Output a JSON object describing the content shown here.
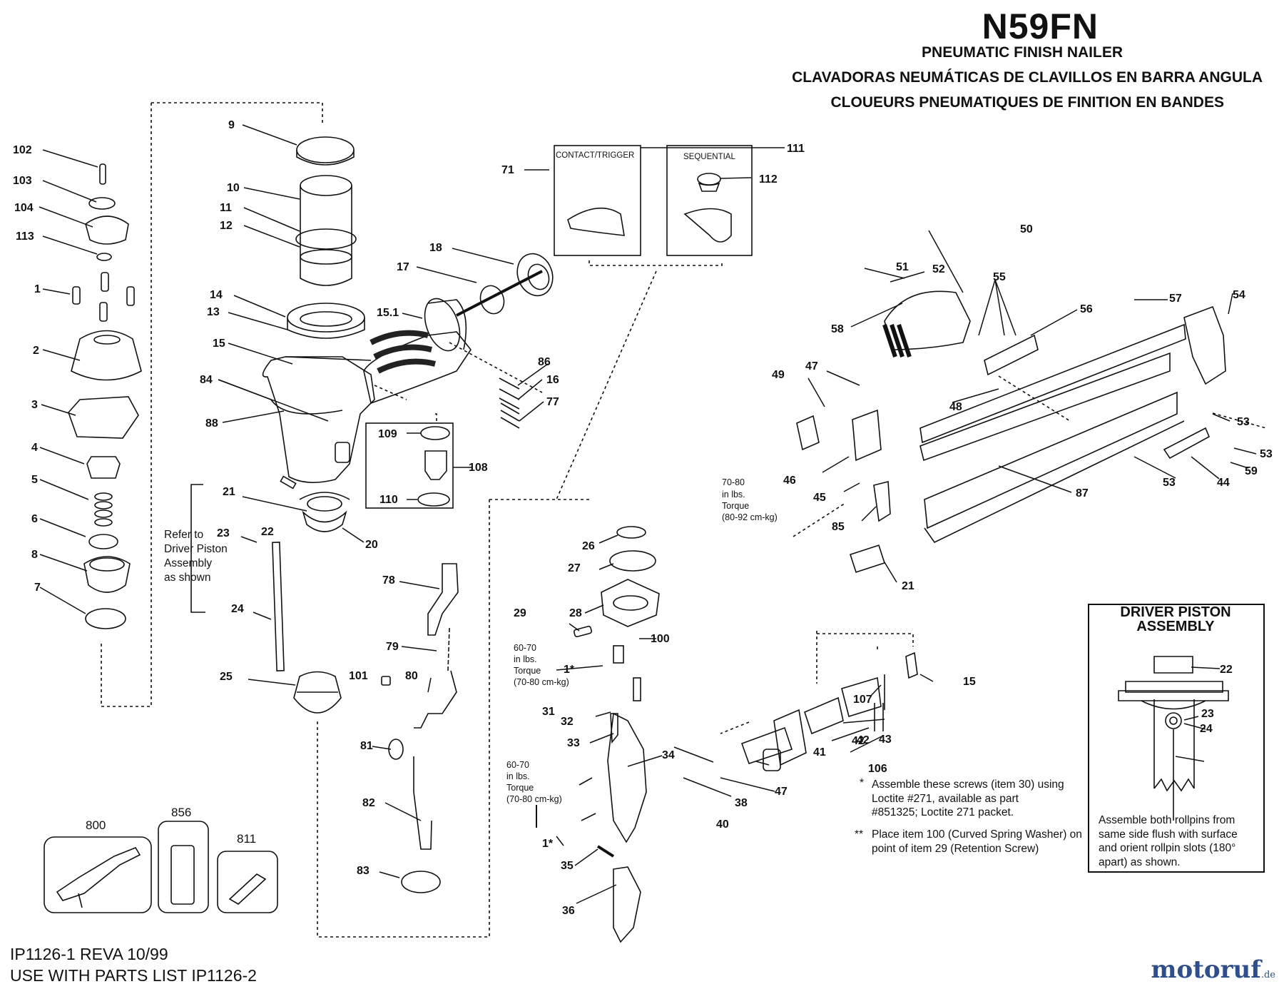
{
  "header": {
    "model": "N59FN",
    "title_en": "PNEUMATIC FINISH NAILER",
    "title_es": "CLAVADORAS NEUMÁTICAS DE CLAVILLOS EN BARRA ANGULA",
    "title_fr": "CLOUEURS PNEUMATIQUES DE FINITION EN BANDES"
  },
  "boxes": {
    "contact_trigger": "CONTACT/TRIGGER",
    "sequential": "SEQUENTIAL"
  },
  "torque": {
    "t1": [
      "70-80",
      "in lbs.",
      "Torque",
      "(80-92 cm-kg)"
    ],
    "t2": [
      "60-70",
      "in lbs.",
      "Torque",
      "(70-80 cm-kg)"
    ],
    "t3": [
      "60-70",
      "in lbs.",
      "Torque",
      "(70-80 cm-kg)"
    ]
  },
  "refer_note": [
    "Refer to",
    "Driver Piston",
    "Assembly",
    "as shown"
  ],
  "driver_piston": {
    "title_line1": "DRIVER PISTON",
    "title_line2": "ASSEMBLY",
    "note": "Assemble both rollpins from same side flush with surface and orient rollpin slots (180° apart) as shown."
  },
  "notes": {
    "star_mark": "*",
    "star_text": "Assemble these screws (item 30) using Loctite #271, available as part #851325; Loctite 271 packet.",
    "dstar_mark": "**",
    "dstar_text": "Place item 100 (Curved Spring Washer) on point of item 29 (Retention Screw)"
  },
  "footer": {
    "line1": "IP1126-1 REVA  10/99",
    "line2": "USE WITH PARTS LIST IP1126-2"
  },
  "brand": {
    "name": "motoruf",
    "tld": ".de"
  },
  "accessories": {
    "a800": "800",
    "a856": "856",
    "a811": "811"
  },
  "parts": [
    "102",
    "103",
    "104",
    "113",
    "1",
    "2",
    "3",
    "4",
    "5",
    "6",
    "8",
    "7",
    "9",
    "10",
    "11",
    "12",
    "14",
    "13",
    "15",
    "84",
    "88",
    "15.1",
    "18",
    "17",
    "86",
    "16",
    "77",
    "109",
    "108",
    "110",
    "21",
    "20",
    "23",
    "22",
    "24",
    "25",
    "78",
    "79",
    "80",
    "101",
    "81",
    "82",
    "83",
    "71",
    "111",
    "112",
    "26",
    "27",
    "28",
    "29",
    "100",
    "1*",
    "31",
    "32",
    "33",
    "34",
    "35",
    "36",
    "1*",
    "40",
    "38",
    "47",
    "106",
    "41",
    "42",
    "42",
    "43",
    "107",
    "15",
    "50",
    "51",
    "52",
    "58",
    "55",
    "56",
    "57",
    "54",
    "48",
    "49",
    "47",
    "46",
    "45",
    "85",
    "53",
    "53",
    "53",
    "59",
    "44",
    "87",
    "21",
    "22",
    "23",
    "24"
  ]
}
